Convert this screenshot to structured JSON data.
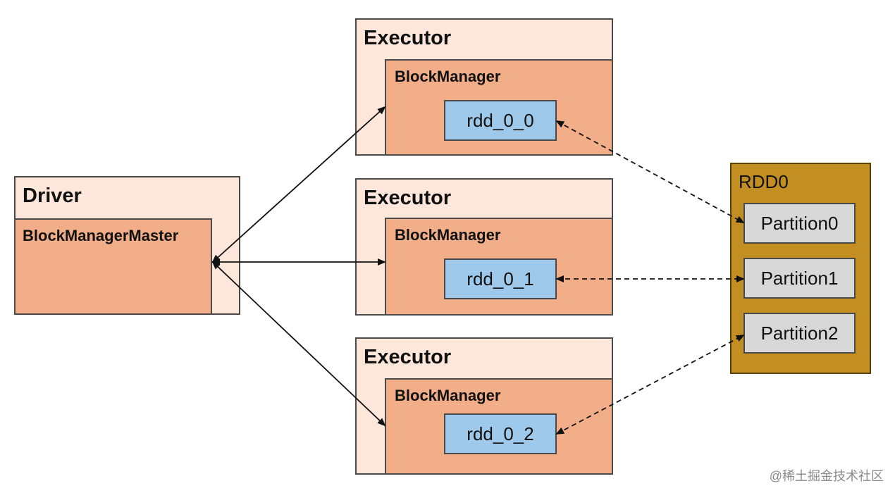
{
  "colors": {
    "outer_fill": "#fde6da",
    "inner_fill": "#f2ae88",
    "rdd_fill": "#9ec9ea",
    "group_fill": "#c38f22",
    "partition_fill": "#d8d8d8",
    "solid_arrow": "#111111",
    "dashed_arrow": "#111111"
  },
  "driver": {
    "title": "Driver",
    "manager": "BlockManagerMaster"
  },
  "executors": [
    {
      "title": "Executor",
      "manager": "BlockManager",
      "block": "rdd_0_0"
    },
    {
      "title": "Executor",
      "manager": "BlockManager",
      "block": "rdd_0_1"
    },
    {
      "title": "Executor",
      "manager": "BlockManager",
      "block": "rdd_0_2"
    }
  ],
  "rdd": {
    "title": "RDD0",
    "partitions": [
      "Partition0",
      "Partition1",
      "Partition2"
    ]
  },
  "edges": [
    {
      "from": "driver-blockmanagermaster",
      "to": "executor-0-blockmanager",
      "style": "solid",
      "heads": "both"
    },
    {
      "from": "driver-blockmanagermaster",
      "to": "executor-1-blockmanager",
      "style": "solid",
      "heads": "both"
    },
    {
      "from": "driver-blockmanagermaster",
      "to": "executor-2-blockmanager",
      "style": "solid",
      "heads": "both"
    },
    {
      "from": "rdd_0_0",
      "to": "Partition0",
      "style": "dashed",
      "heads": "both"
    },
    {
      "from": "rdd_0_1",
      "to": "Partition1",
      "style": "dashed",
      "heads": "both"
    },
    {
      "from": "rdd_0_2",
      "to": "Partition2",
      "style": "dashed",
      "heads": "both"
    }
  ],
  "watermark": "@稀土掘金技术社区"
}
